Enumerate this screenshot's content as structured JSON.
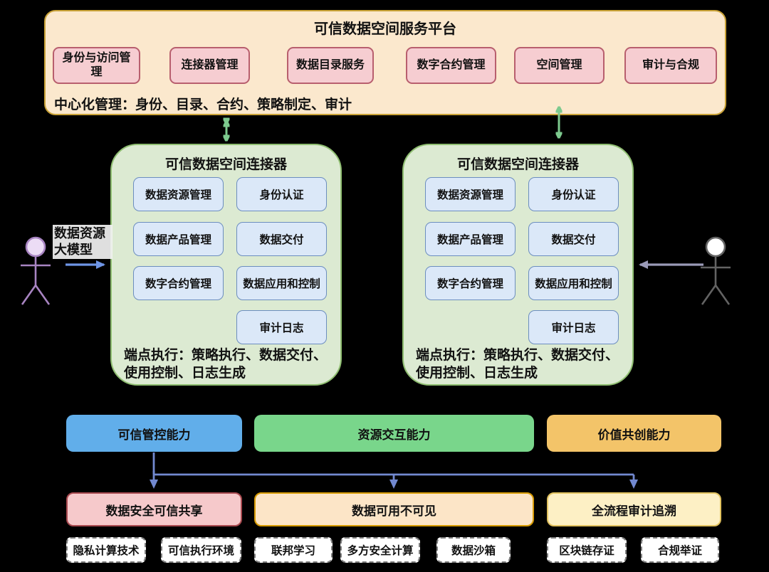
{
  "platform": {
    "title": "可信数据空间服务平台",
    "services": [
      "身份与访问管理",
      "连接器管理",
      "数据目录服务",
      "数字合约管理",
      "空间管理",
      "审计与合规"
    ],
    "caption": "中心化管理：身份、目录、合约、策略制定、审计"
  },
  "connector": {
    "title": "可信数据空间连接器",
    "modules_left": [
      "数据资源管理",
      "数据产品管理",
      "数字合约管理"
    ],
    "modules_right": [
      "身份认证",
      "数据交付",
      "数据应用和控制",
      "审计日志"
    ],
    "caption": "端点执行：策略执行、数据交付、使用控制、日志生成"
  },
  "actors": {
    "left_label": "数据资源大模型"
  },
  "capabilities": [
    {
      "label": "可信管控能力",
      "color": "#61aeea"
    },
    {
      "label": "资源交互能力",
      "color": "#79d68b"
    },
    {
      "label": "价值共创能力",
      "color": "#f3c469"
    }
  ],
  "outcomes": [
    {
      "label": "数据安全可信共享",
      "fill": "#f6c9cb",
      "border": "#a94a50"
    },
    {
      "label": "数据可用不可见",
      "fill": "#fce5c7",
      "border": "#d79b00"
    },
    {
      "label": "全流程审计追溯",
      "fill": "#fdf0c5",
      "border": "#e2c25f"
    }
  ],
  "technologies": [
    "隐私计算技术",
    "可信执行环境",
    "联邦学习",
    "多方安全计算",
    "数据沙箱",
    "区块链存证",
    "合规举证"
  ],
  "colors": {
    "background": "#000000",
    "platform_fill": "#fbe8cd",
    "platform_border": "#c9a237",
    "service_fill": "#f6cdd1",
    "service_border": "#b85f6e",
    "connector_fill": "#dcead2",
    "connector_border": "#8fbe71",
    "module_fill": "#dbe8f8",
    "module_border": "#6c8ebf",
    "green_arrow": "#7dca8e",
    "fork_arrow": "#7289d0",
    "left_actor_arrow": "#6e95e6",
    "right_actor_arrow": "#9b9bb8",
    "left_actor": "#a884c2",
    "right_actor": "#636363"
  }
}
